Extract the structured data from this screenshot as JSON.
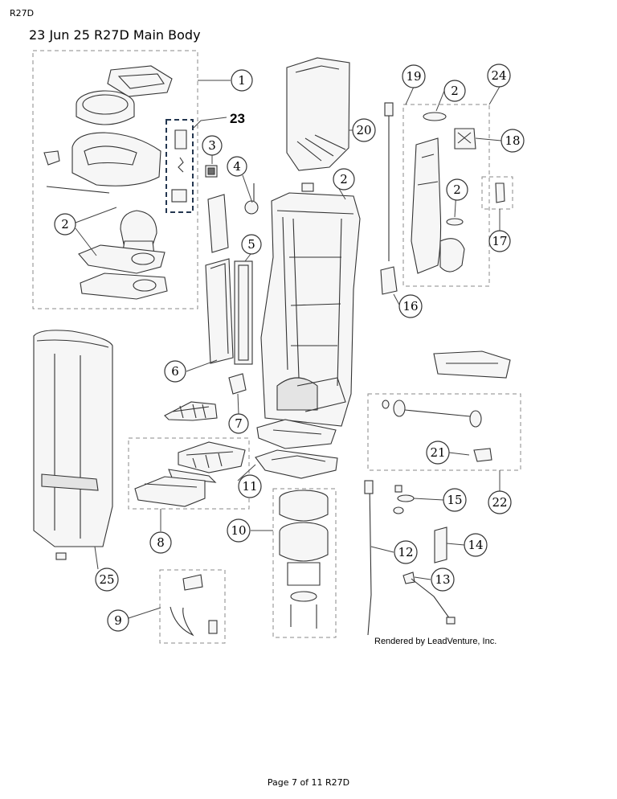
{
  "header": {
    "code": "R27D"
  },
  "title": "23 Jun 25 R27D Main Body",
  "footer": "Page 7 of 11 R27D",
  "diagram": {
    "rendered_by": "Rendered by LeadVenture, Inc.",
    "callouts": [
      {
        "id": "c1",
        "label": "1"
      },
      {
        "id": "c2a",
        "label": "2"
      },
      {
        "id": "c2b",
        "label": "2"
      },
      {
        "id": "c2c",
        "label": "2"
      },
      {
        "id": "c2d",
        "label": "2"
      },
      {
        "id": "c3",
        "label": "3"
      },
      {
        "id": "c4",
        "label": "4"
      },
      {
        "id": "c5",
        "label": "5"
      },
      {
        "id": "c6",
        "label": "6"
      },
      {
        "id": "c7",
        "label": "7"
      },
      {
        "id": "c8",
        "label": "8"
      },
      {
        "id": "c9",
        "label": "9"
      },
      {
        "id": "c10",
        "label": "10"
      },
      {
        "id": "c11",
        "label": "11"
      },
      {
        "id": "c12",
        "label": "12"
      },
      {
        "id": "c13",
        "label": "13"
      },
      {
        "id": "c14",
        "label": "14"
      },
      {
        "id": "c15",
        "label": "15"
      },
      {
        "id": "c16",
        "label": "16"
      },
      {
        "id": "c17",
        "label": "17"
      },
      {
        "id": "c18",
        "label": "18"
      },
      {
        "id": "c19",
        "label": "19"
      },
      {
        "id": "c20",
        "label": "20"
      },
      {
        "id": "c21",
        "label": "21"
      },
      {
        "id": "c22",
        "label": "22"
      },
      {
        "id": "c24",
        "label": "24"
      },
      {
        "id": "c25",
        "label": "25"
      }
    ],
    "label_23": "23"
  }
}
